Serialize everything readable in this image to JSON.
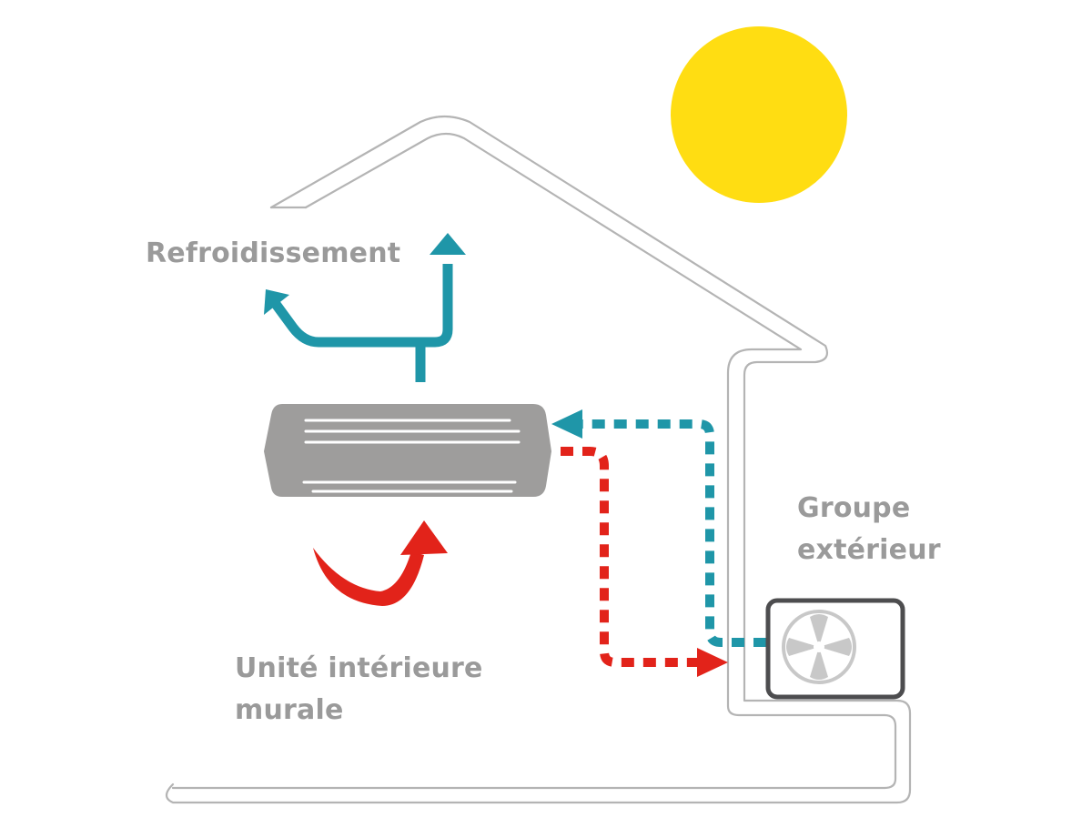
{
  "labels": {
    "cooling": "Refroidissement",
    "indoor_unit": [
      "Unité intérieure",
      "murale"
    ],
    "outdoor_unit": [
      "Groupe",
      "extérieur"
    ]
  },
  "colors": {
    "house_outline": "#b4b4b4",
    "sun": "#ffdd12",
    "indoor_unit": "#9e9d9c",
    "cold_flow": "#1f96a8",
    "hot_flow": "#e2231a",
    "outdoor_unit_frame": "#4d4d4f",
    "fan": "#c8c8c8",
    "label_text": "#9a9a9a"
  },
  "icons": {
    "sun": "sun-icon",
    "fan": "fan-icon",
    "indoor_unit": "wall-ac-unit-icon",
    "outdoor_unit": "outdoor-unit-icon"
  }
}
